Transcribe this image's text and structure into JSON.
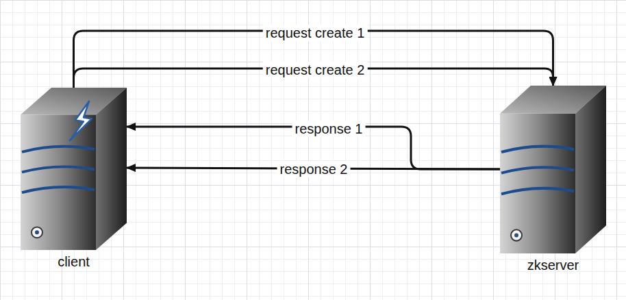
{
  "diagram": {
    "nodes": [
      {
        "text": [
          "client"
        ]
      },
      {
        "text": [
          "zkserver"
        ]
      }
    ],
    "edges": [
      {
        "from": 0,
        "to": 1,
        "label": "request create 1",
        "arrow": "to"
      },
      {
        "from": 0,
        "to": 1,
        "label": "request create 2",
        "arrow": "to"
      },
      {
        "from": 1,
        "to": 0,
        "label": "response 1",
        "arrow": "to"
      },
      {
        "from": 1,
        "to": 0,
        "label": "response 2",
        "arrow": "to"
      }
    ]
  }
}
